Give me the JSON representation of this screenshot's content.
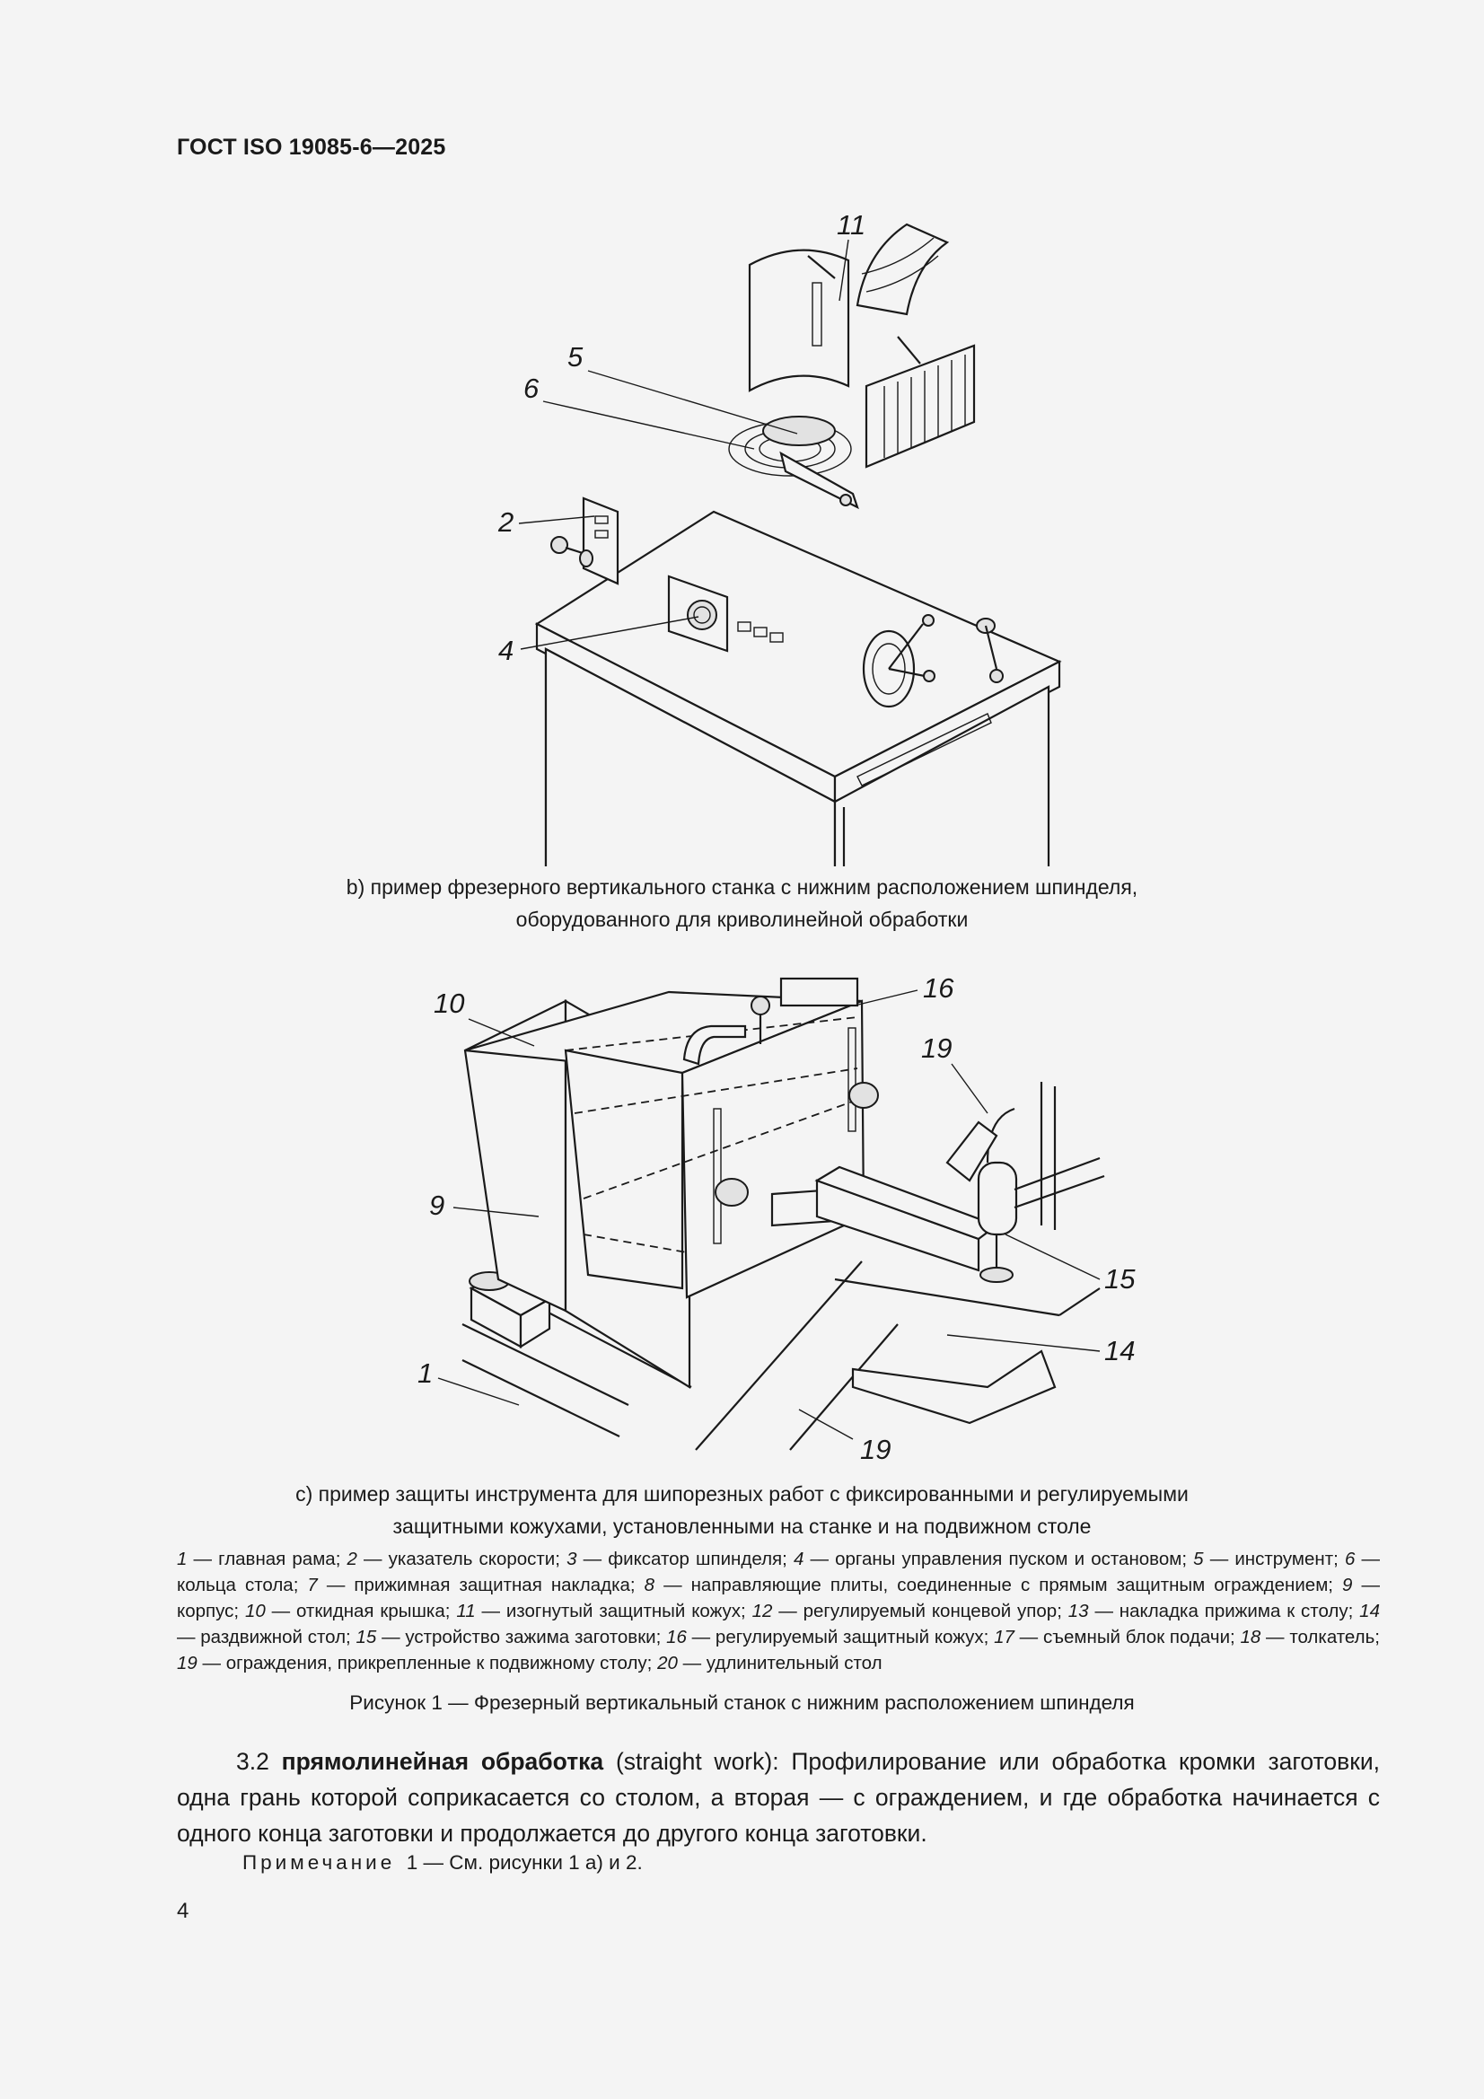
{
  "header": {
    "title": "ГОСТ ISO 19085-6—2025"
  },
  "figure_b": {
    "callouts": [
      "11",
      "5",
      "6",
      "2",
      "4"
    ],
    "caption_line1": "b) пример фрезерного вертикального станка с нижним расположением шпинделя,",
    "caption_line2": "оборудованного для криволинейной обработки"
  },
  "figure_c": {
    "callouts": [
      "10",
      "16",
      "19",
      "9",
      "15",
      "14",
      "1",
      "19"
    ],
    "caption_line1": "c) пример защиты инструмента для шипорезных работ с фиксированными и регулируемыми",
    "caption_line2": "защитными кожухами, установленными на станке и на подвижном столе"
  },
  "legend": [
    {
      "n": "1",
      "t": " — главная рама; "
    },
    {
      "n": "2",
      "t": " — указатель скорости; "
    },
    {
      "n": "3",
      "t": " — фиксатор шпинделя; "
    },
    {
      "n": "4",
      "t": " — органы управления пуском и остановом; "
    },
    {
      "n": "5",
      "t": " — инструмент; "
    },
    {
      "n": "6",
      "t": " — кольца стола; "
    },
    {
      "n": "7",
      "t": " — прижимная защитная накладка; "
    },
    {
      "n": "8",
      "t": " — направляющие плиты, соединенные с прямым защитным ограждением; "
    },
    {
      "n": "9",
      "t": " — корпус; "
    },
    {
      "n": "10",
      "t": " — откидная крышка; "
    },
    {
      "n": "11",
      "t": " — изогнутый защитный кожух; "
    },
    {
      "n": "12",
      "t": " — регулируемый концевой упор; "
    },
    {
      "n": "13",
      "t": " — накладка прижима к столу; "
    },
    {
      "n": "14",
      "t": " — раздвижной стол; "
    },
    {
      "n": "15",
      "t": " — устройство зажима заготовки; "
    },
    {
      "n": "16",
      "t": " — регулируемый защитный кожух; "
    },
    {
      "n": "17",
      "t": " — съемный блок подачи; "
    },
    {
      "n": "18",
      "t": " — толкатель; "
    },
    {
      "n": "19",
      "t": " — ограждения, прикрепленные к подвижному столу; "
    },
    {
      "n": "20",
      "t": " — удлинительный стол"
    }
  ],
  "figure_title": "Рисунок 1 — Фрезерный вертикальный станок с нижним расположением шпинделя",
  "section": {
    "number": "3.2",
    "term": "прямолинейная обработка",
    "term_en": "(straight work):",
    "definition": "Профилирование или обработка кромки заготовки, одна грань которой соприкасается со столом, а вторая — с ограждением, и где обработка начинается с одного конца заготовки и продолжается до другого конца заготовки."
  },
  "note": {
    "label": "Примечание",
    "text": "1 — См. рисунки 1 а) и 2."
  },
  "page_number": "4"
}
